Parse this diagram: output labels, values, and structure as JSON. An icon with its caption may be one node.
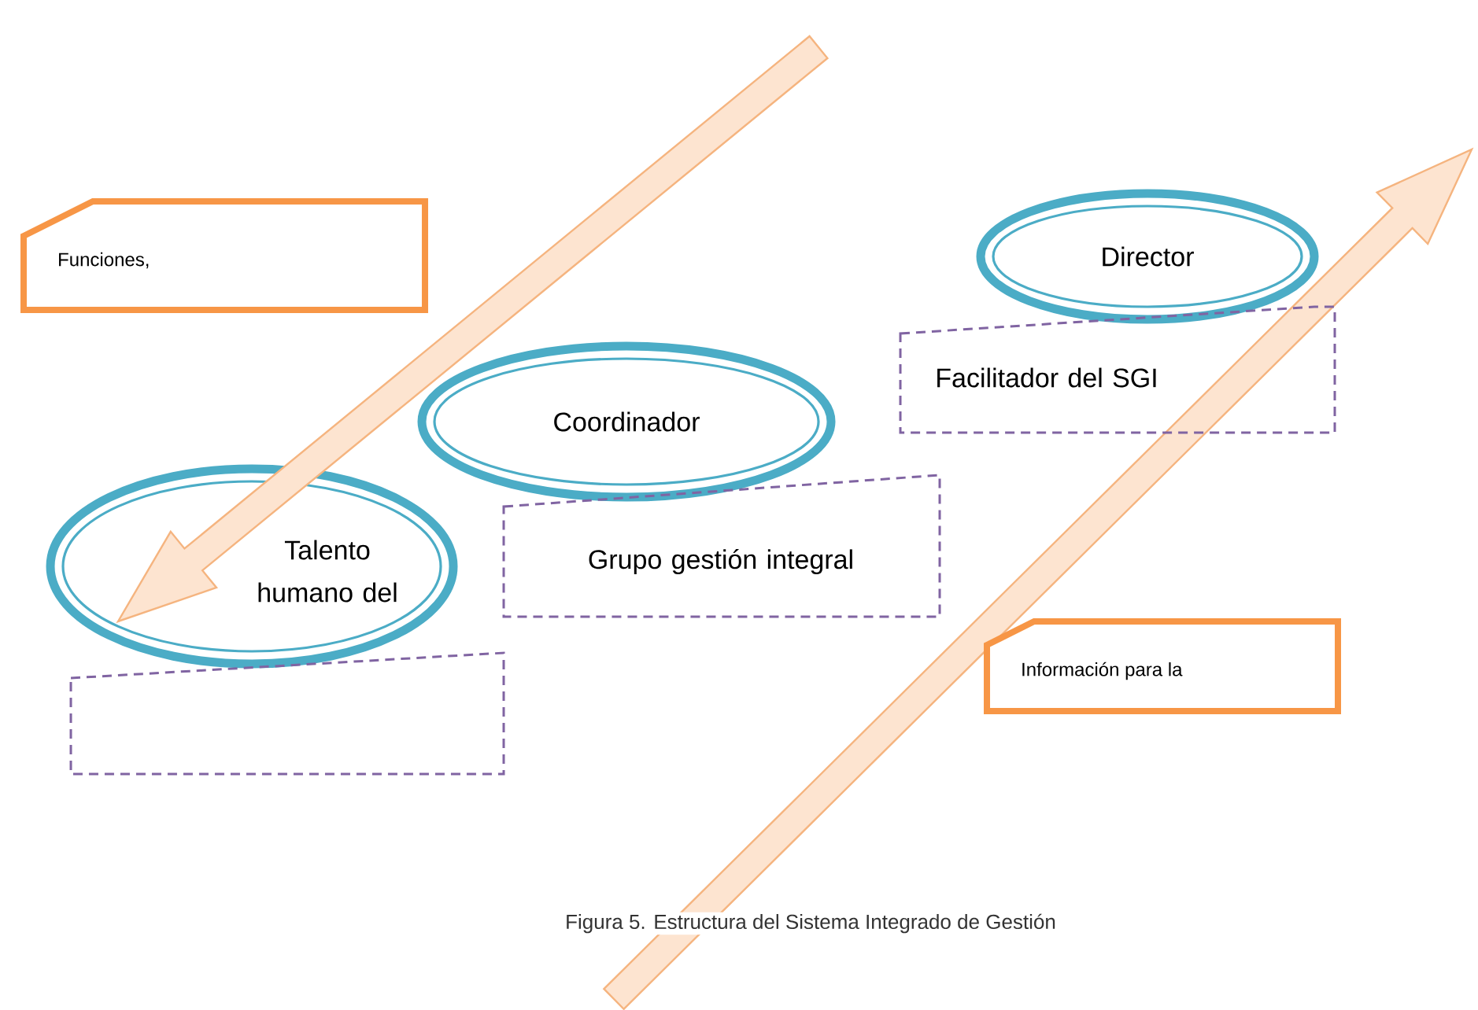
{
  "diagram": {
    "caption": "Figura 5. Estructura del Sistema Integrado de Gestión",
    "nodes": [
      {
        "text": [
          "Funciones,"
        ]
      },
      {
        "text": [
          "Director"
        ]
      },
      {
        "text": [
          "Facilitador del SGI"
        ]
      },
      {
        "text": [
          "Coordinador"
        ]
      },
      {
        "text": [
          "Grupo gestión integral"
        ]
      },
      {
        "text": [
          "Talento humano del"
        ]
      },
      {
        "text": [],
        "shape": "box"
      },
      {
        "text": [
          "Información para la"
        ]
      }
    ],
    "edges": [
      {
        "from": null,
        "to": 5,
        "arrow": "to"
      }
    ]
  }
}
